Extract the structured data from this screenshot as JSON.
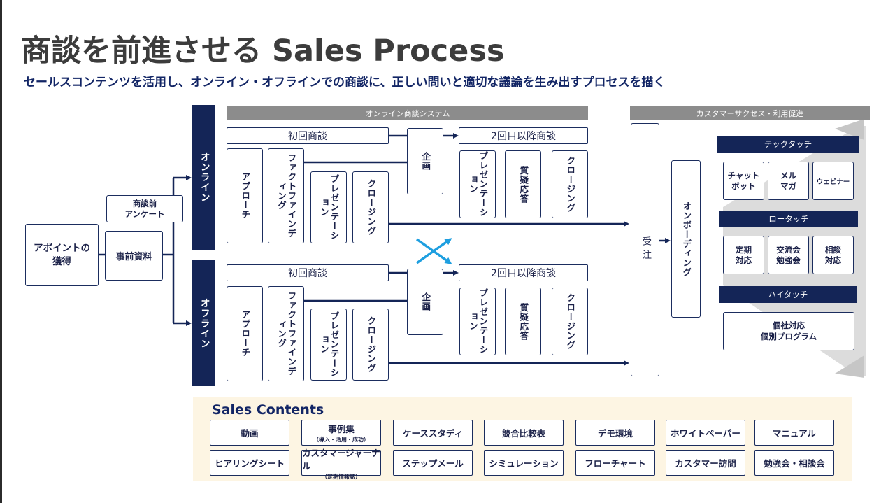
{
  "page": {
    "title": "商談を前進させる Sales Process",
    "subtitle": "セールスコンテンツを活用し、オンライン・オフラインでの商談に、正しい問いと適切な議論を生み出すプロセスを描く"
  },
  "left": {
    "appointment": "アポイントの\n獲得",
    "survey": "商談前\nアンケート",
    "materials": "事前資料"
  },
  "channels": {
    "online": "オンライン",
    "offline": "オフライン"
  },
  "online_system": {
    "label": "オンライン商談システム"
  },
  "flow": {
    "first_meeting": "初回商談",
    "second_meeting": "2回目以降商談",
    "approach": "アプローチ",
    "fact_finding": "ファクトファインディング",
    "presentation": "プレゼンテーション",
    "closing": "クロージング",
    "planning": "企画",
    "qa": "質疑応答",
    "order": "受注",
    "onboarding": "オンボーディング"
  },
  "customer_success": {
    "label": "カスタマーサクセス・利用促進",
    "tech_touch": {
      "label": "テックタッチ",
      "items": [
        "チャット\nボット",
        "メル\nマガ",
        "ウェビナー"
      ]
    },
    "low_touch": {
      "label": "ロータッチ",
      "items": [
        "定期\n対応",
        "交流会\n勉強会",
        "相談\n対応"
      ]
    },
    "high_touch": {
      "label": "ハイタッチ",
      "items": [
        "個社対応\n個別プログラム"
      ]
    }
  },
  "sales_contents": {
    "title": "Sales Contents",
    "row1": [
      {
        "label": "動画",
        "sub": ""
      },
      {
        "label": "事例集",
        "sub": "（導入・活用・成功）"
      },
      {
        "label": "ケーススタディ",
        "sub": ""
      },
      {
        "label": "競合比較表",
        "sub": ""
      },
      {
        "label": "デモ環境",
        "sub": ""
      },
      {
        "label": "ホワイトペーパー",
        "sub": ""
      },
      {
        "label": "マニュアル",
        "sub": ""
      }
    ],
    "row2": [
      {
        "label": "ヒアリングシート",
        "sub": ""
      },
      {
        "label": "カスタマージャーナル",
        "sub": "（定期情報誌）"
      },
      {
        "label": "ステップメール",
        "sub": ""
      },
      {
        "label": "シミュレーション",
        "sub": ""
      },
      {
        "label": "フローチャート",
        "sub": ""
      },
      {
        "label": "カスタマー訪問",
        "sub": ""
      },
      {
        "label": "勉強会・相談会",
        "sub": ""
      }
    ]
  },
  "colors": {
    "navy": "#142557",
    "gray": "#8c8c8c",
    "blue_cross": "#1e9fe0",
    "contents_bg": "#fdf5e3"
  }
}
